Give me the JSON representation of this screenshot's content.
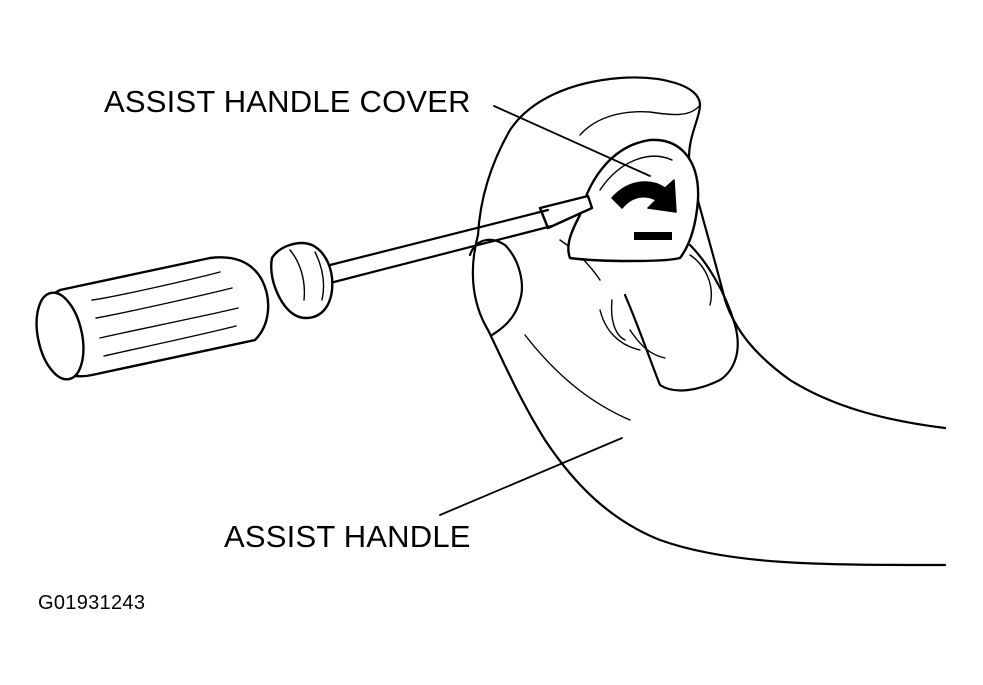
{
  "labels": {
    "cover": "ASSIST HANDLE COVER",
    "handle": "ASSIST HANDLE"
  },
  "figure_id": "G01931243",
  "colors": {
    "ink": "#000000",
    "paper": "#ffffff"
  }
}
